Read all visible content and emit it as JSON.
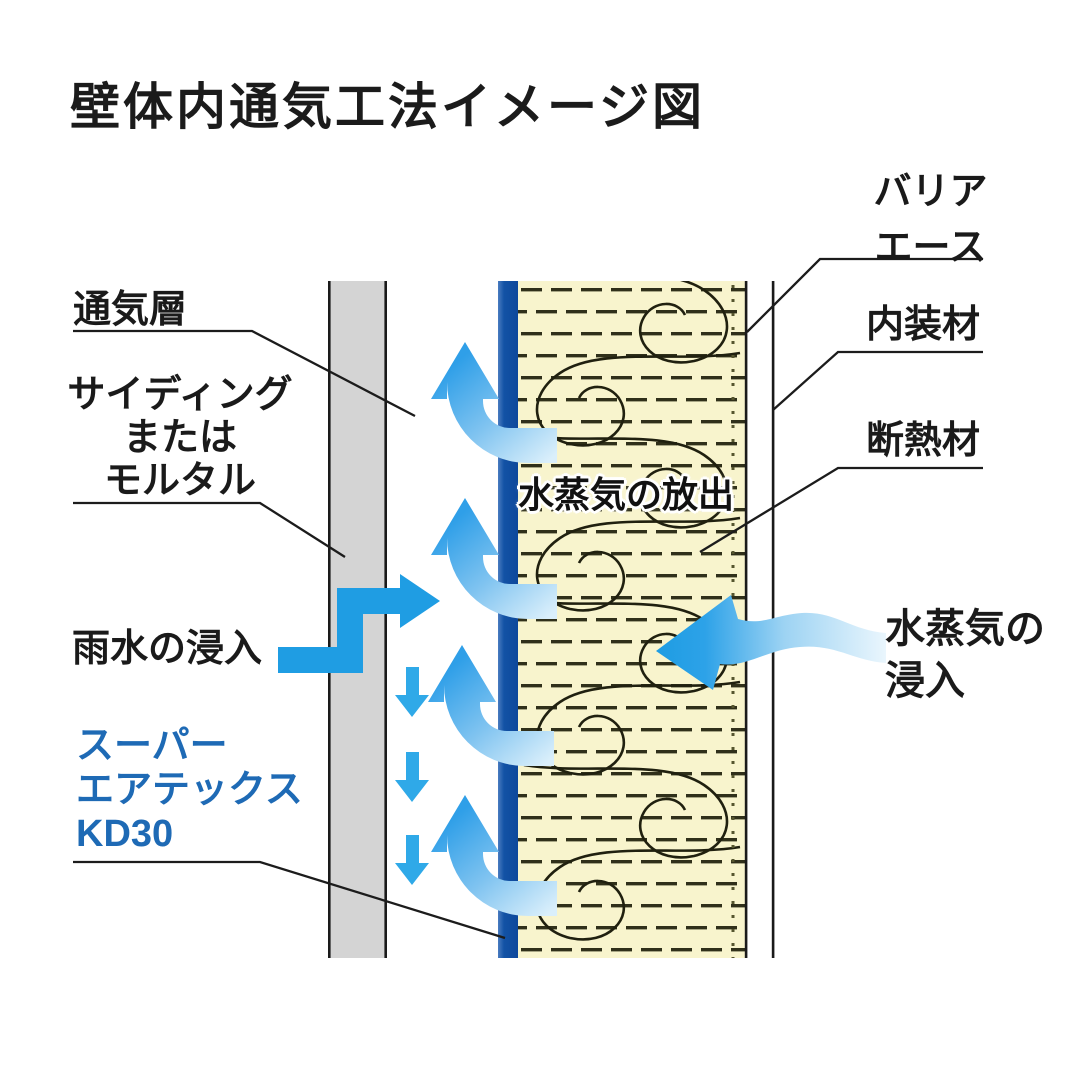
{
  "title": "壁体内通気工法イメージ図",
  "labels": {
    "ventilation_layer": "通気層",
    "siding": {
      "line1": "サイディング",
      "line2": "または",
      "line3": "モルタル"
    },
    "rainwater_intrusion": "雨水の浸入",
    "product": {
      "line1": "スーパー",
      "line2": "エアテックス",
      "line3": "KD30"
    },
    "barrier_ace": {
      "line1": "バリア",
      "line2": "エース"
    },
    "interior_material": "内装材",
    "insulation_material": "断熱材",
    "vapor_release": "水蒸気の放出",
    "vapor_intrusion": {
      "line1": "水蒸気の",
      "line2": "浸入"
    }
  },
  "icons": {
    "up_airflow_arrow": "curved elbow arrow pointing up (airflow rising in ventilation gap)",
    "down_airflow_arrow": "small solid arrow pointing down",
    "rainwater_arrow": "stepped zigzag arrow pointing right",
    "vapor_intrusion_arrow": "wavy arrow pointing left into insulation"
  },
  "colors": {
    "arrow_blue": "#1f9de3",
    "arrow_gradient_light": "#daeffb",
    "membrane_blue": "#1252a5",
    "insulation_cream": "#f8f4cd",
    "insulation_dash": "#30301a",
    "siding_gray": "#d4d4d4",
    "line_black": "#1c1c1c",
    "product_text_blue": "#1e6ab5",
    "background": "#ffffff"
  }
}
